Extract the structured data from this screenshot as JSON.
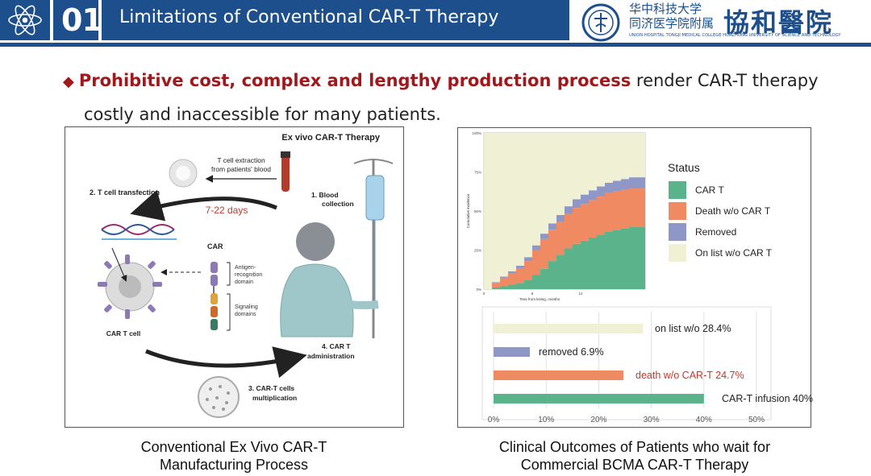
{
  "header": {
    "section_number": "01",
    "title": "Limitations of Conventional CAR-T Therapy",
    "university_cn_line1": "华中科技大学",
    "university_cn_line2": "同济医学院附属",
    "hospital_cn": "協和醫院",
    "university_en": "UNION HOSPITAL TONGJI MEDICAL COLLEGE HUAZHONG UNIVERSITY OF SCIENCE AND TECHNOLOGY",
    "accent_color": "#1c4f8c",
    "highlight_color": "#a0171c"
  },
  "bullet": {
    "highlight": "Prohibitive cost, complex and lengthy production process",
    "rest_line1": " render CAR-T therapy",
    "line2": "costly and inaccessible for many patients."
  },
  "left_figure": {
    "title": "Ex vivo CAR-T Therapy",
    "extraction_line1": "T cell extraction",
    "extraction_line2": "from patients' blood",
    "step2": "2. T cell transfection",
    "days": "7-22 days",
    "step1_line1": "1.  Blood",
    "step1_line2": "collection",
    "car_label": "CAR",
    "antigen_line1": "Antigen-",
    "antigen_line2": "recognition",
    "antigen_line3": "domain",
    "signaling_line1": "Signaling",
    "signaling_line2": "domains",
    "cart_cell": "CAR T cell",
    "step4_line1": "4. CAR T",
    "step4_line2": "administration",
    "step3_line1": "3. CAR-T cells",
    "step3_line2": "multiplication",
    "caption_line1": "Conventional Ex Vivo CAR-T",
    "caption_line2": "Manufacturing Process"
  },
  "right_figure": {
    "caption_line1": "Clinical Outcomes of Patients who wait for",
    "caption_line2": "Commercial BCMA CAR-T Therapy"
  },
  "chart_data": [
    {
      "type": "area",
      "title": "",
      "xlabel": "Time from listing, months",
      "ylabel": "Cumulative incidence",
      "x_ticks": [
        "0",
        "6",
        "12"
      ],
      "y_ticks": [
        "0%",
        "25%",
        "50%",
        "75%",
        "100%"
      ],
      "xlim": [
        0,
        20
      ],
      "ylim": [
        0,
        100
      ],
      "legend_title": "Status",
      "legend_position": "right",
      "x": [
        0,
        1,
        2,
        3,
        4,
        5,
        6,
        7,
        8,
        9,
        10,
        11,
        12,
        13,
        14,
        15,
        16,
        17,
        18,
        19,
        20
      ],
      "series": [
        {
          "name": "CAR T",
          "color": "#5bb38c",
          "values": [
            0,
            1,
            2,
            3,
            4,
            6,
            9,
            13,
            18,
            22,
            26,
            29,
            31,
            33,
            35,
            37,
            38,
            39,
            40,
            40,
            40
          ]
        },
        {
          "name": "Death w/o CAR T",
          "color": "#f08a62",
          "values": [
            0,
            3,
            5,
            7,
            9,
            12,
            16,
            19,
            20,
            21,
            22,
            23,
            23.5,
            24,
            24.2,
            24.4,
            24.5,
            24.6,
            24.7,
            24.7,
            24.7
          ]
        },
        {
          "name": "Removed",
          "color": "#8e97c6",
          "values": [
            0,
            0.5,
            1,
            1.5,
            2,
            2.5,
            3,
            3.5,
            4,
            4.5,
            5,
            5.5,
            6,
            6.3,
            6.5,
            6.7,
            6.8,
            6.9,
            6.9,
            6.9,
            6.9
          ]
        },
        {
          "name": "On list w/o CAR T",
          "color": "#eff0d4",
          "values": [
            100,
            95.5,
            92,
            88.5,
            85,
            79.5,
            72,
            64.5,
            58,
            52.5,
            47,
            42.5,
            39.5,
            36.7,
            34.3,
            31.9,
            30.7,
            29.5,
            28.4,
            28.4,
            28.4
          ]
        }
      ]
    },
    {
      "type": "bar",
      "orientation": "horizontal",
      "categories": [
        "on list w/o",
        "removed",
        "death w/o CAR-T",
        "CAR-T infusion"
      ],
      "values": [
        28.4,
        6.9,
        24.7,
        40
      ],
      "labels": [
        "on list w/o 28.4%",
        "removed 6.9%",
        "death w/o CAR-T 24.7%",
        "CAR-T infusion 40%"
      ],
      "colors": [
        "#eff0d4",
        "#8e97c6",
        "#f08a62",
        "#5bb38c"
      ],
      "x_ticks": [
        "0%",
        "10%",
        "20%",
        "30%",
        "40%",
        "50%"
      ],
      "xlim": [
        0,
        50
      ],
      "grid": "vertical"
    }
  ]
}
